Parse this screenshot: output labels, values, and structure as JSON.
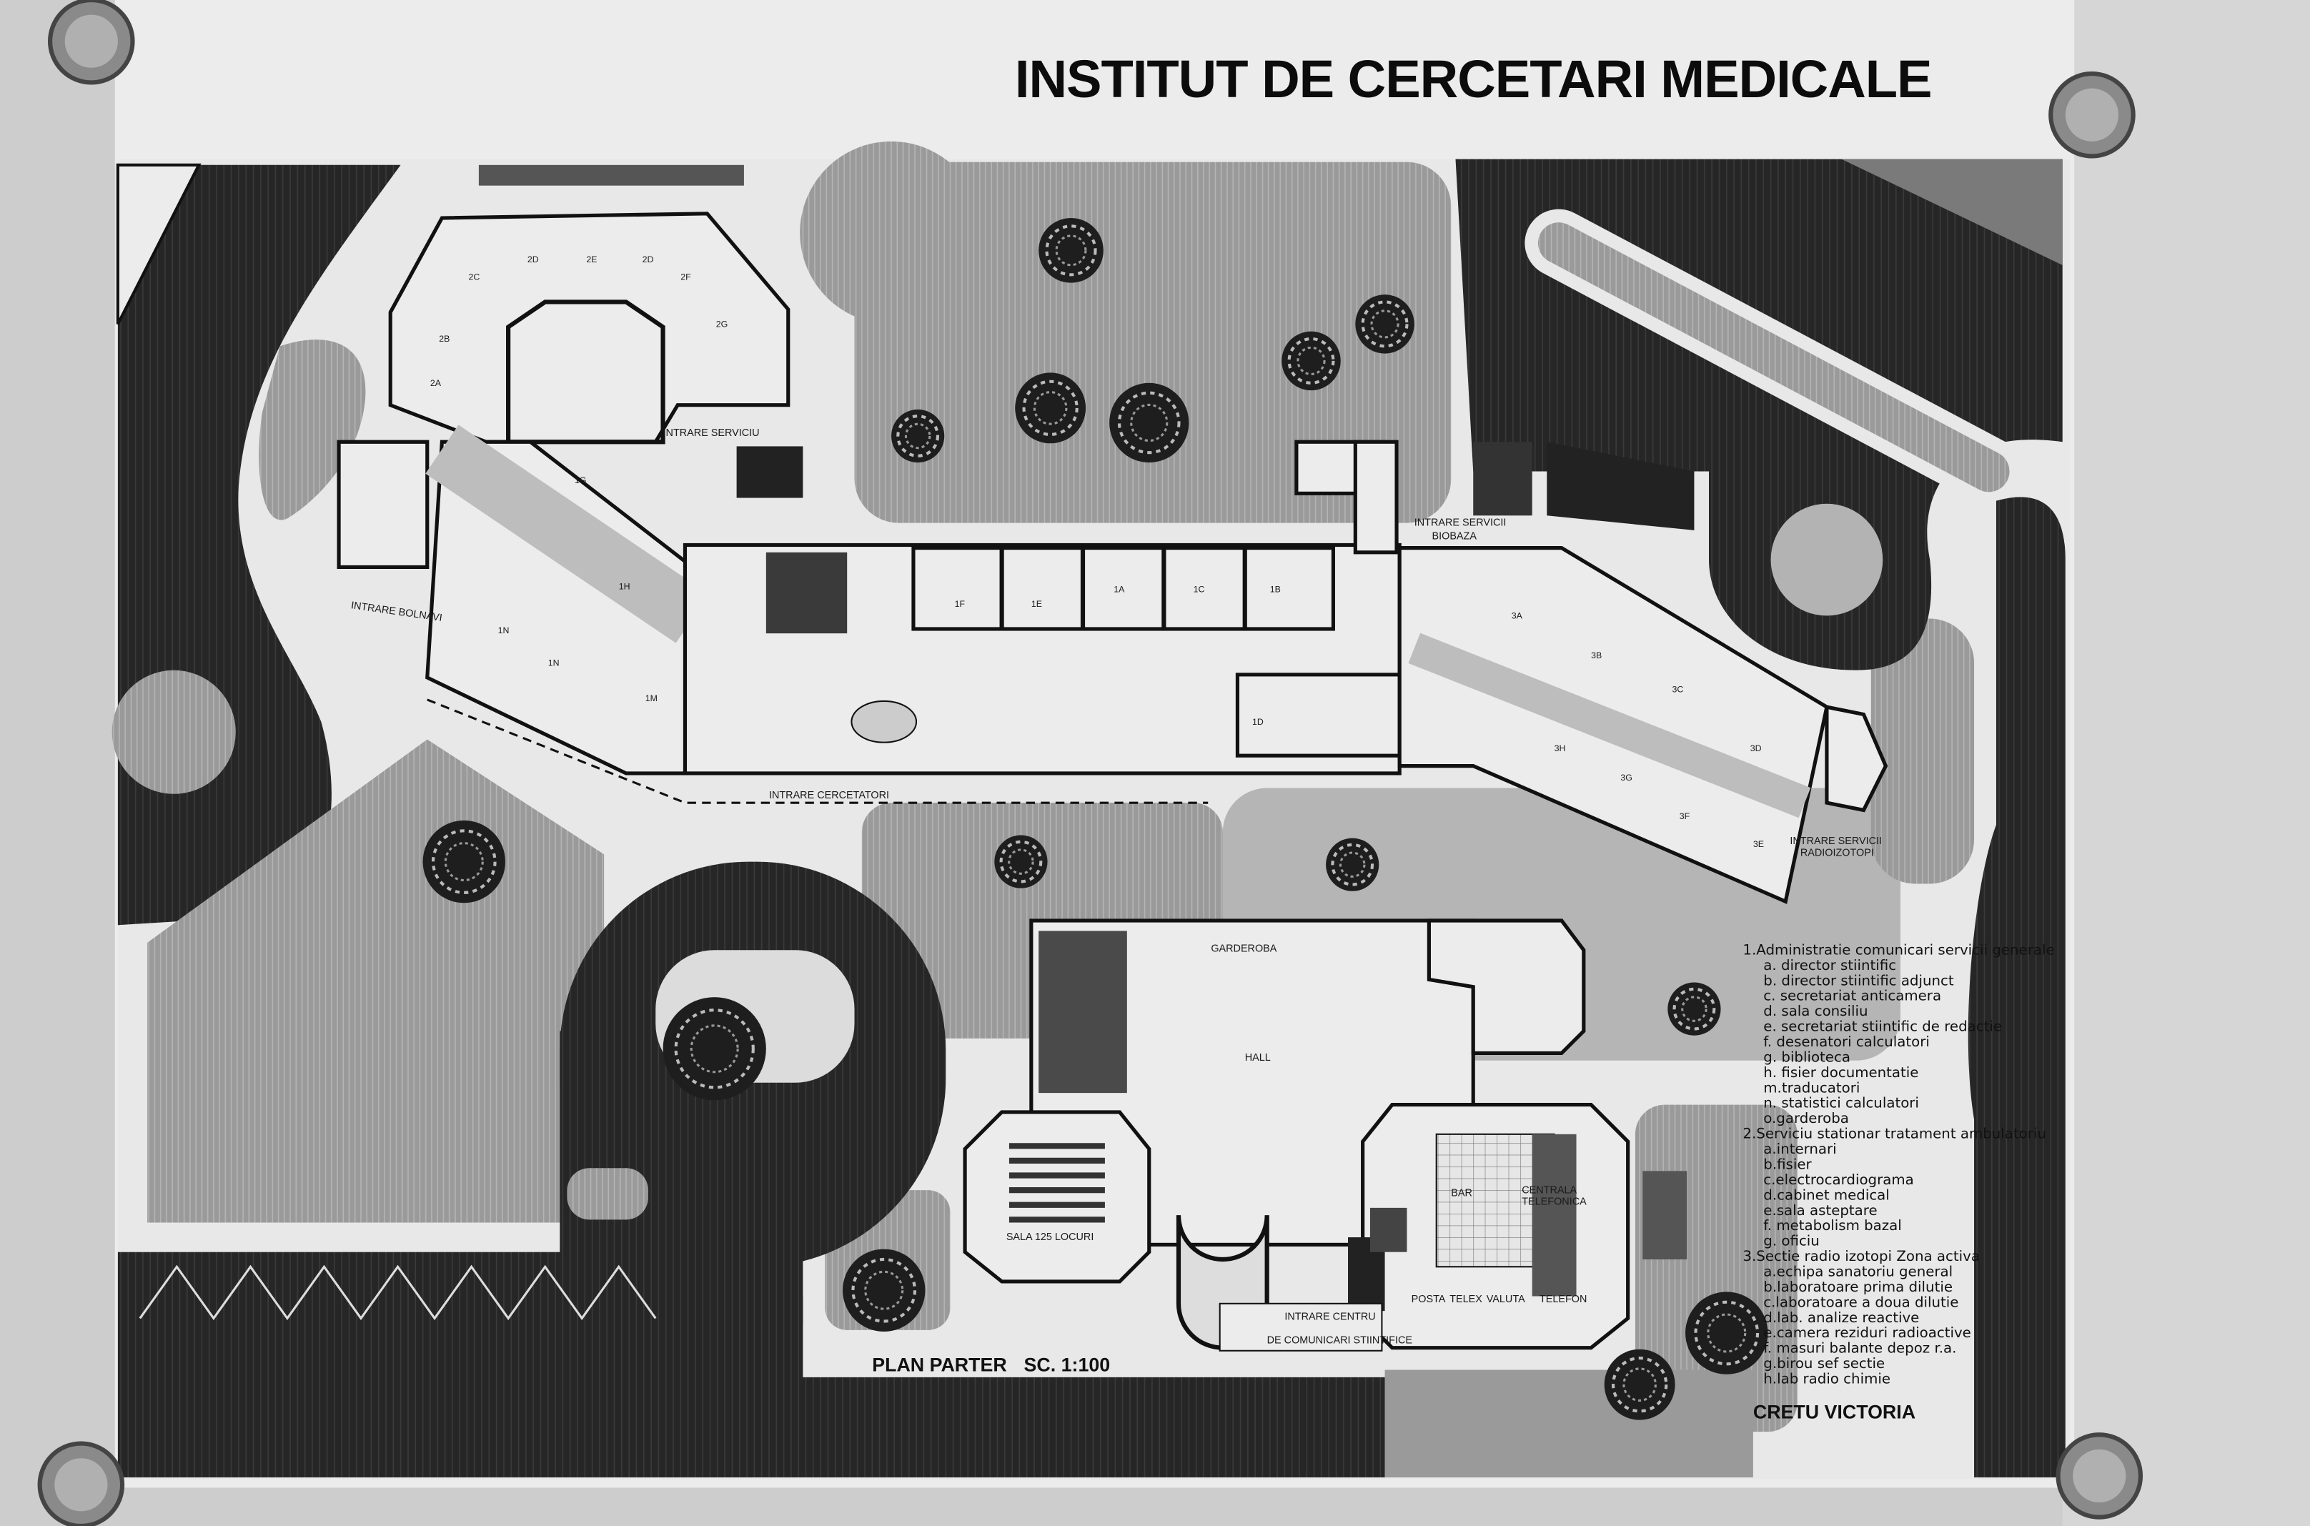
{
  "title": "INSTITUT DE CERCETARI MEDICALE",
  "plan_title": "PLAN PARTER",
  "scale": "SC. 1:100",
  "author": "CRETU VICTORIA",
  "labels": {
    "intrare_serviciu": "INTRARE SERVICIU",
    "intrare_bolnavi": "INTRARE BOLNAVI",
    "intrare_cercetatori": "INTRARE CERCETATORI",
    "intrare_biobaza_1": "INTRARE SERVICII",
    "intrare_biobaza_2": "BIOBAZA",
    "intrare_izotopi_1": "INTRARE SERVICII",
    "intrare_izotopi_2": "RADIOIZOTOPI",
    "garderoba": "GARDEROBA",
    "hall": "HALL",
    "sala": "SALA 125 LOCURI",
    "intrare_centru_1": "INTRARE CENTRU",
    "intrare_centru_2": "DE COMUNICARI STIINTIFICE",
    "bar": "BAR",
    "centrala_1": "CENTRALA",
    "centrala_2": "TELEFONICA",
    "posta": "POSTA",
    "telex": "TELEX",
    "valuta": "VALUTA",
    "telefon": "TELEFON"
  },
  "rooms": [
    "2A",
    "2B",
    "2C",
    "2D",
    "2E",
    "2D",
    "2F",
    "2G",
    "1G",
    "1H",
    "1N",
    "1N",
    "1M",
    "1F",
    "1E",
    "1A",
    "1C",
    "1B",
    "1D",
    "3A",
    "3B",
    "3C",
    "3D",
    "3E",
    "3F",
    "3G",
    "3H"
  ],
  "legend": [
    "1.Administratie comunicari servicii generale",
    "a. director stiintific",
    "b. director stiintific adjunct",
    "c. secretariat anticamera",
    "d. sala consiliu",
    "e. secretariat stiintific de redactie",
    "f. desenatori calculatori",
    "g. biblioteca",
    "h. fisier documentatie",
    "m.traducatori",
    "n. statistici calculatori",
    "o.garderoba",
    "2.Serviciu stationar tratament ambulatoriu",
    "a.internari",
    "b.fisier",
    "c.electrocardiograma",
    "d.cabinet medical",
    "e.sala asteptare",
    "f. metabolism bazal",
    "g. oficiu",
    "3.Sectie radio izotopi Zona activa",
    "a.echipa sanatoriu general",
    "b.laboratoare prima dilutie",
    "c.laboratoare a doua dilutie",
    "d.lab. analize reactive",
    "e.camera reziduri radioactive",
    "f. masuri balante depoz r.a.",
    "g.birou sef sectie",
    "h.lab radio chimie"
  ],
  "colors": {
    "paper": "#e9e9e9",
    "dark": "#262626",
    "park": "#9c9c9c",
    "wall": "#cdcdcd"
  }
}
